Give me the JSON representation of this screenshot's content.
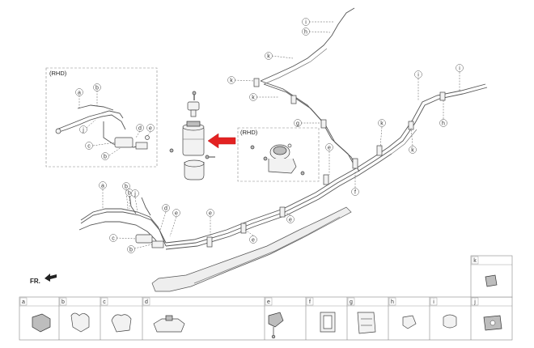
{
  "regions": {
    "rhd_left": "(RHD)",
    "rhd_right": "(RHD)"
  },
  "direction_label": "FR.",
  "callouts": {
    "a": "a",
    "b": "b",
    "c": "c",
    "d": "d",
    "e": "e",
    "f": "f",
    "g": "g",
    "h": "h",
    "i": "i",
    "j": "j",
    "k": "k"
  },
  "legend": {
    "cells": [
      {
        "letter": "a"
      },
      {
        "letter": "b"
      },
      {
        "letter": "c"
      },
      {
        "letter": "d"
      },
      {
        "letter": "e"
      },
      {
        "letter": "f"
      },
      {
        "letter": "g"
      },
      {
        "letter": "h"
      },
      {
        "letter": "i"
      },
      {
        "letter": "j"
      },
      {
        "letter": "k"
      }
    ]
  },
  "colors": {
    "highlight_arrow": "#e32222",
    "line": "#555555",
    "frame": "#888888"
  }
}
